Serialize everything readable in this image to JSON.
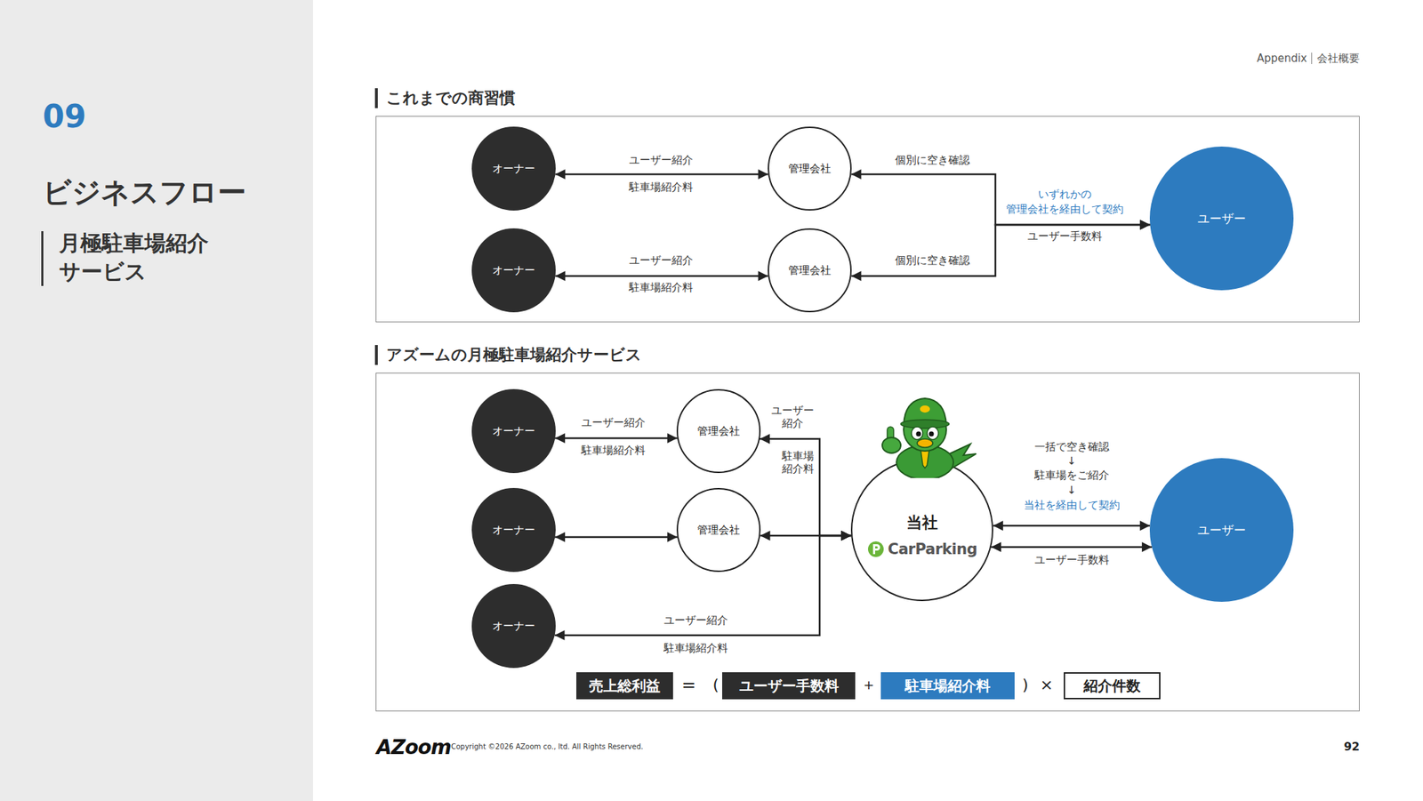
{
  "diagram": {
    "title": "ビジネスフロー",
    "nodes": [
      {
        "text": [
          "これまでの商習慣"
        ]
      },
      {
        "text": [
          "オーナー"
        ],
        "in": 0
      },
      {
        "text": [
          "管理会社"
        ],
        "in": 0
      },
      {
        "text": [
          "オーナー"
        ],
        "in": 0
      },
      {
        "text": [
          "管理会社"
        ],
        "in": 0
      },
      {
        "text": [
          "ユーザー"
        ],
        "in": 0
      },
      {
        "text": [
          "アズームの月極駐車場紹介サービス"
        ]
      },
      {
        "text": [
          "オーナー"
        ],
        "in": 6
      },
      {
        "text": [
          "管理会社"
        ],
        "in": 6
      },
      {
        "text": [
          "オーナー"
        ],
        "in": 6
      },
      {
        "text": [
          "管理会社"
        ],
        "in": 6
      },
      {
        "text": [
          "オーナー"
        ],
        "in": 6
      },
      {
        "text": [
          "当社",
          "CarParking"
        ],
        "in": 6
      },
      {
        "text": [
          "ユーザー"
        ],
        "in": 6
      },
      {
        "text": [
          "売上総利益"
        ],
        "in": 6
      },
      {
        "text": [
          "ユーザー手数料"
        ],
        "in": 6
      },
      {
        "text": [
          "駐車場紹介料"
        ],
        "in": 6
      },
      {
        "text": [
          "紹介件数"
        ],
        "in": 6
      }
    ],
    "edges": [
      {
        "from": 1,
        "to": 2,
        "arrow": "both",
        "label": "ユーザー紹介"
      },
      {
        "from": 3,
        "to": 4,
        "arrow": "both",
        "label": "ユーザー紹介"
      },
      {
        "from": 2,
        "to": 5,
        "arrow": "both",
        "label": "個別に空き確認"
      },
      {
        "from": 4,
        "to": 5,
        "arrow": "both",
        "label": "個別に空き確認"
      },
      {
        "from": 7,
        "to": 8,
        "arrow": "both",
        "label": "ユーザー紹介"
      },
      {
        "from": 9,
        "to": 10,
        "arrow": "both"
      },
      {
        "from": 12,
        "to": 8,
        "arrow": "both",
        "label": "ユーザー 紹介"
      },
      {
        "from": 12,
        "to": 10,
        "arrow": "both"
      },
      {
        "from": 12,
        "to": 11,
        "arrow": "both",
        "label": "ユーザー紹介"
      },
      {
        "from": 12,
        "to": 13,
        "arrow": "both"
      },
      {
        "from": 12,
        "to": 13,
        "arrow": "both",
        "label": "ユーザー手数料"
      }
    ],
    "labels": [
      "09",
      "月極駐車場紹介 サービス",
      "Appendix",
      "会社概要",
      "駐車場紹介料",
      "駐車場紹介料",
      "いずれかの 管理会社を経由して契約",
      "ユーザー手数料",
      "駐車場紹介料",
      "駐車場 紹介料",
      "駐車場紹介料",
      "一括で空き確認",
      "↓",
      "駐車場をご紹介",
      "↓",
      "当社を経由して契約",
      "=",
      "(",
      "+",
      ")",
      "×",
      "AZoom",
      "Copyright ©2026 AZoom co., ltd. All Rights Reserved.",
      "92"
    ]
  }
}
